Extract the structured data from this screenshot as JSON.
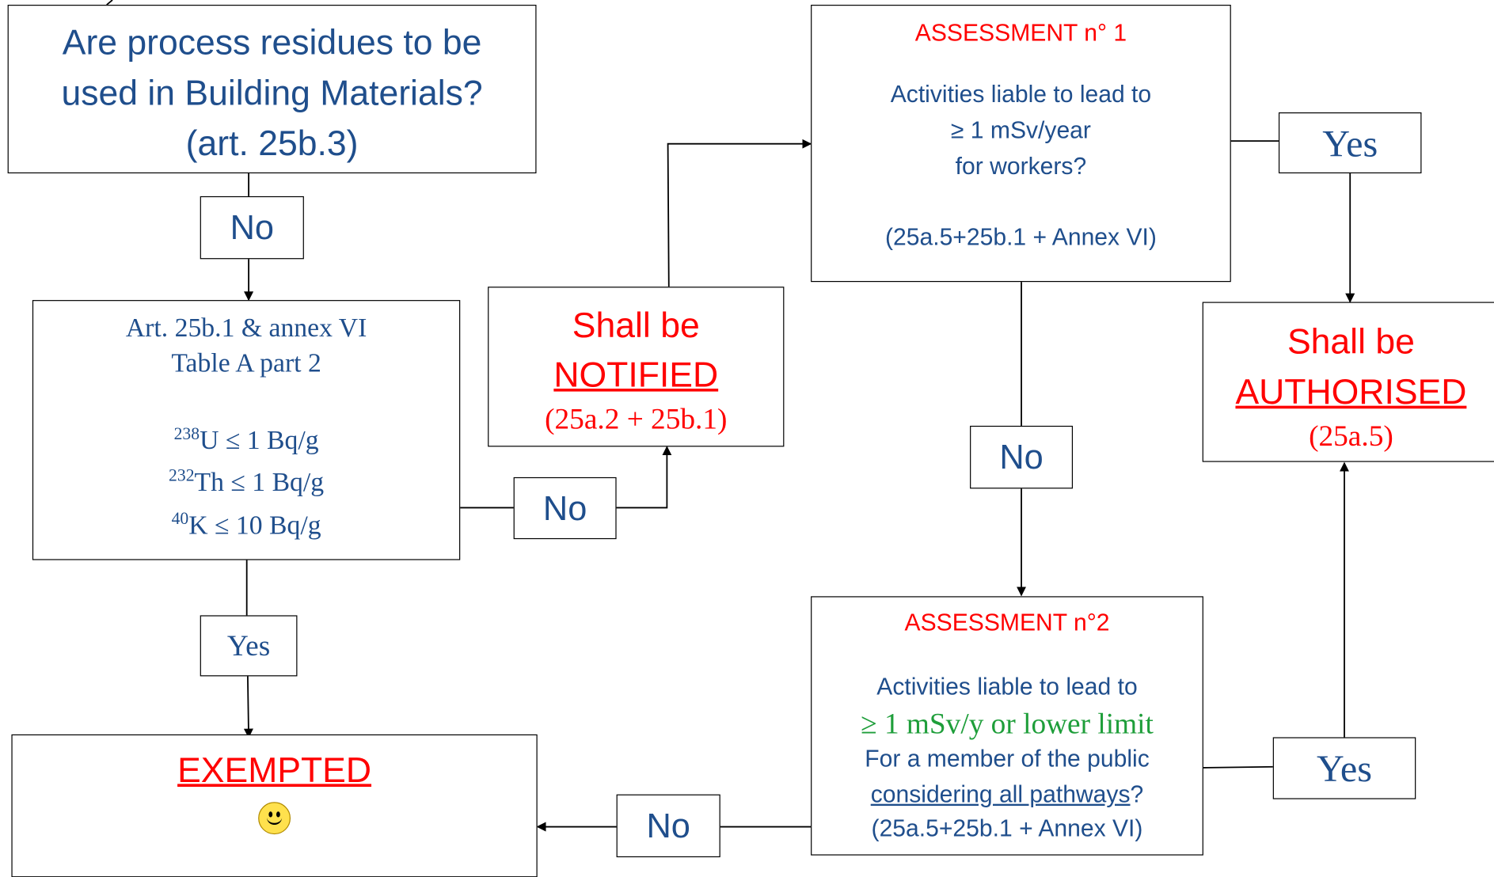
{
  "question_box": {
    "line1": "Are process residues to be",
    "line2": "used in Building Materials?",
    "line3": "(art. 25b.3)"
  },
  "art_box": {
    "line1": "Art. 25b.1 & annex VI",
    "line2": "Table A part 2",
    "u238_sup": "238",
    "u238_text": "U  ≤ 1 Bq/g",
    "th232_sup": "232",
    "th232_text": "Th  ≤ 1 Bq/g",
    "k40_sup": "40",
    "k40_text": "K  ≤ 10 Bq/g"
  },
  "notified_box": {
    "line1": "Shall be",
    "line2": "NOTIFIED",
    "line3": "(25a.2 + 25b.1)"
  },
  "assessment1": {
    "title": "ASSESSMENT n° 1",
    "line1": "Activities liable to lead to",
    "line2": "≥ 1 mSv/year",
    "line3": "for workers?",
    "line4": "(25a.5+25b.1 + Annex VI)"
  },
  "authorised_box": {
    "line1": "Shall be",
    "line2": "AUTHORISED",
    "line3": "(25a.5)"
  },
  "assessment2": {
    "title": "ASSESSMENT  n°2",
    "line1": "Activities liable to lead to",
    "line2": "≥ 1 mSv/y or lower limit",
    "line3": "For a member of the public",
    "line4a": "considering all pathways",
    "line4b": "?",
    "line5": "(25a.5+25b.1 + Annex VI)"
  },
  "exempted_box": {
    "label": "EXEMPTED",
    "icon": "smiley-icon"
  },
  "labels": {
    "no_1": "No",
    "no_2": "No",
    "no_3": "No",
    "no_4": "No",
    "yes_1": "Yes",
    "yes_2": "Yes",
    "yes_3": "Yes"
  },
  "colors": {
    "blue_text": "#1f4e8c",
    "red_text": "#ff0000",
    "green_text": "#1e9e3a",
    "smiley": "#ffe14d"
  }
}
